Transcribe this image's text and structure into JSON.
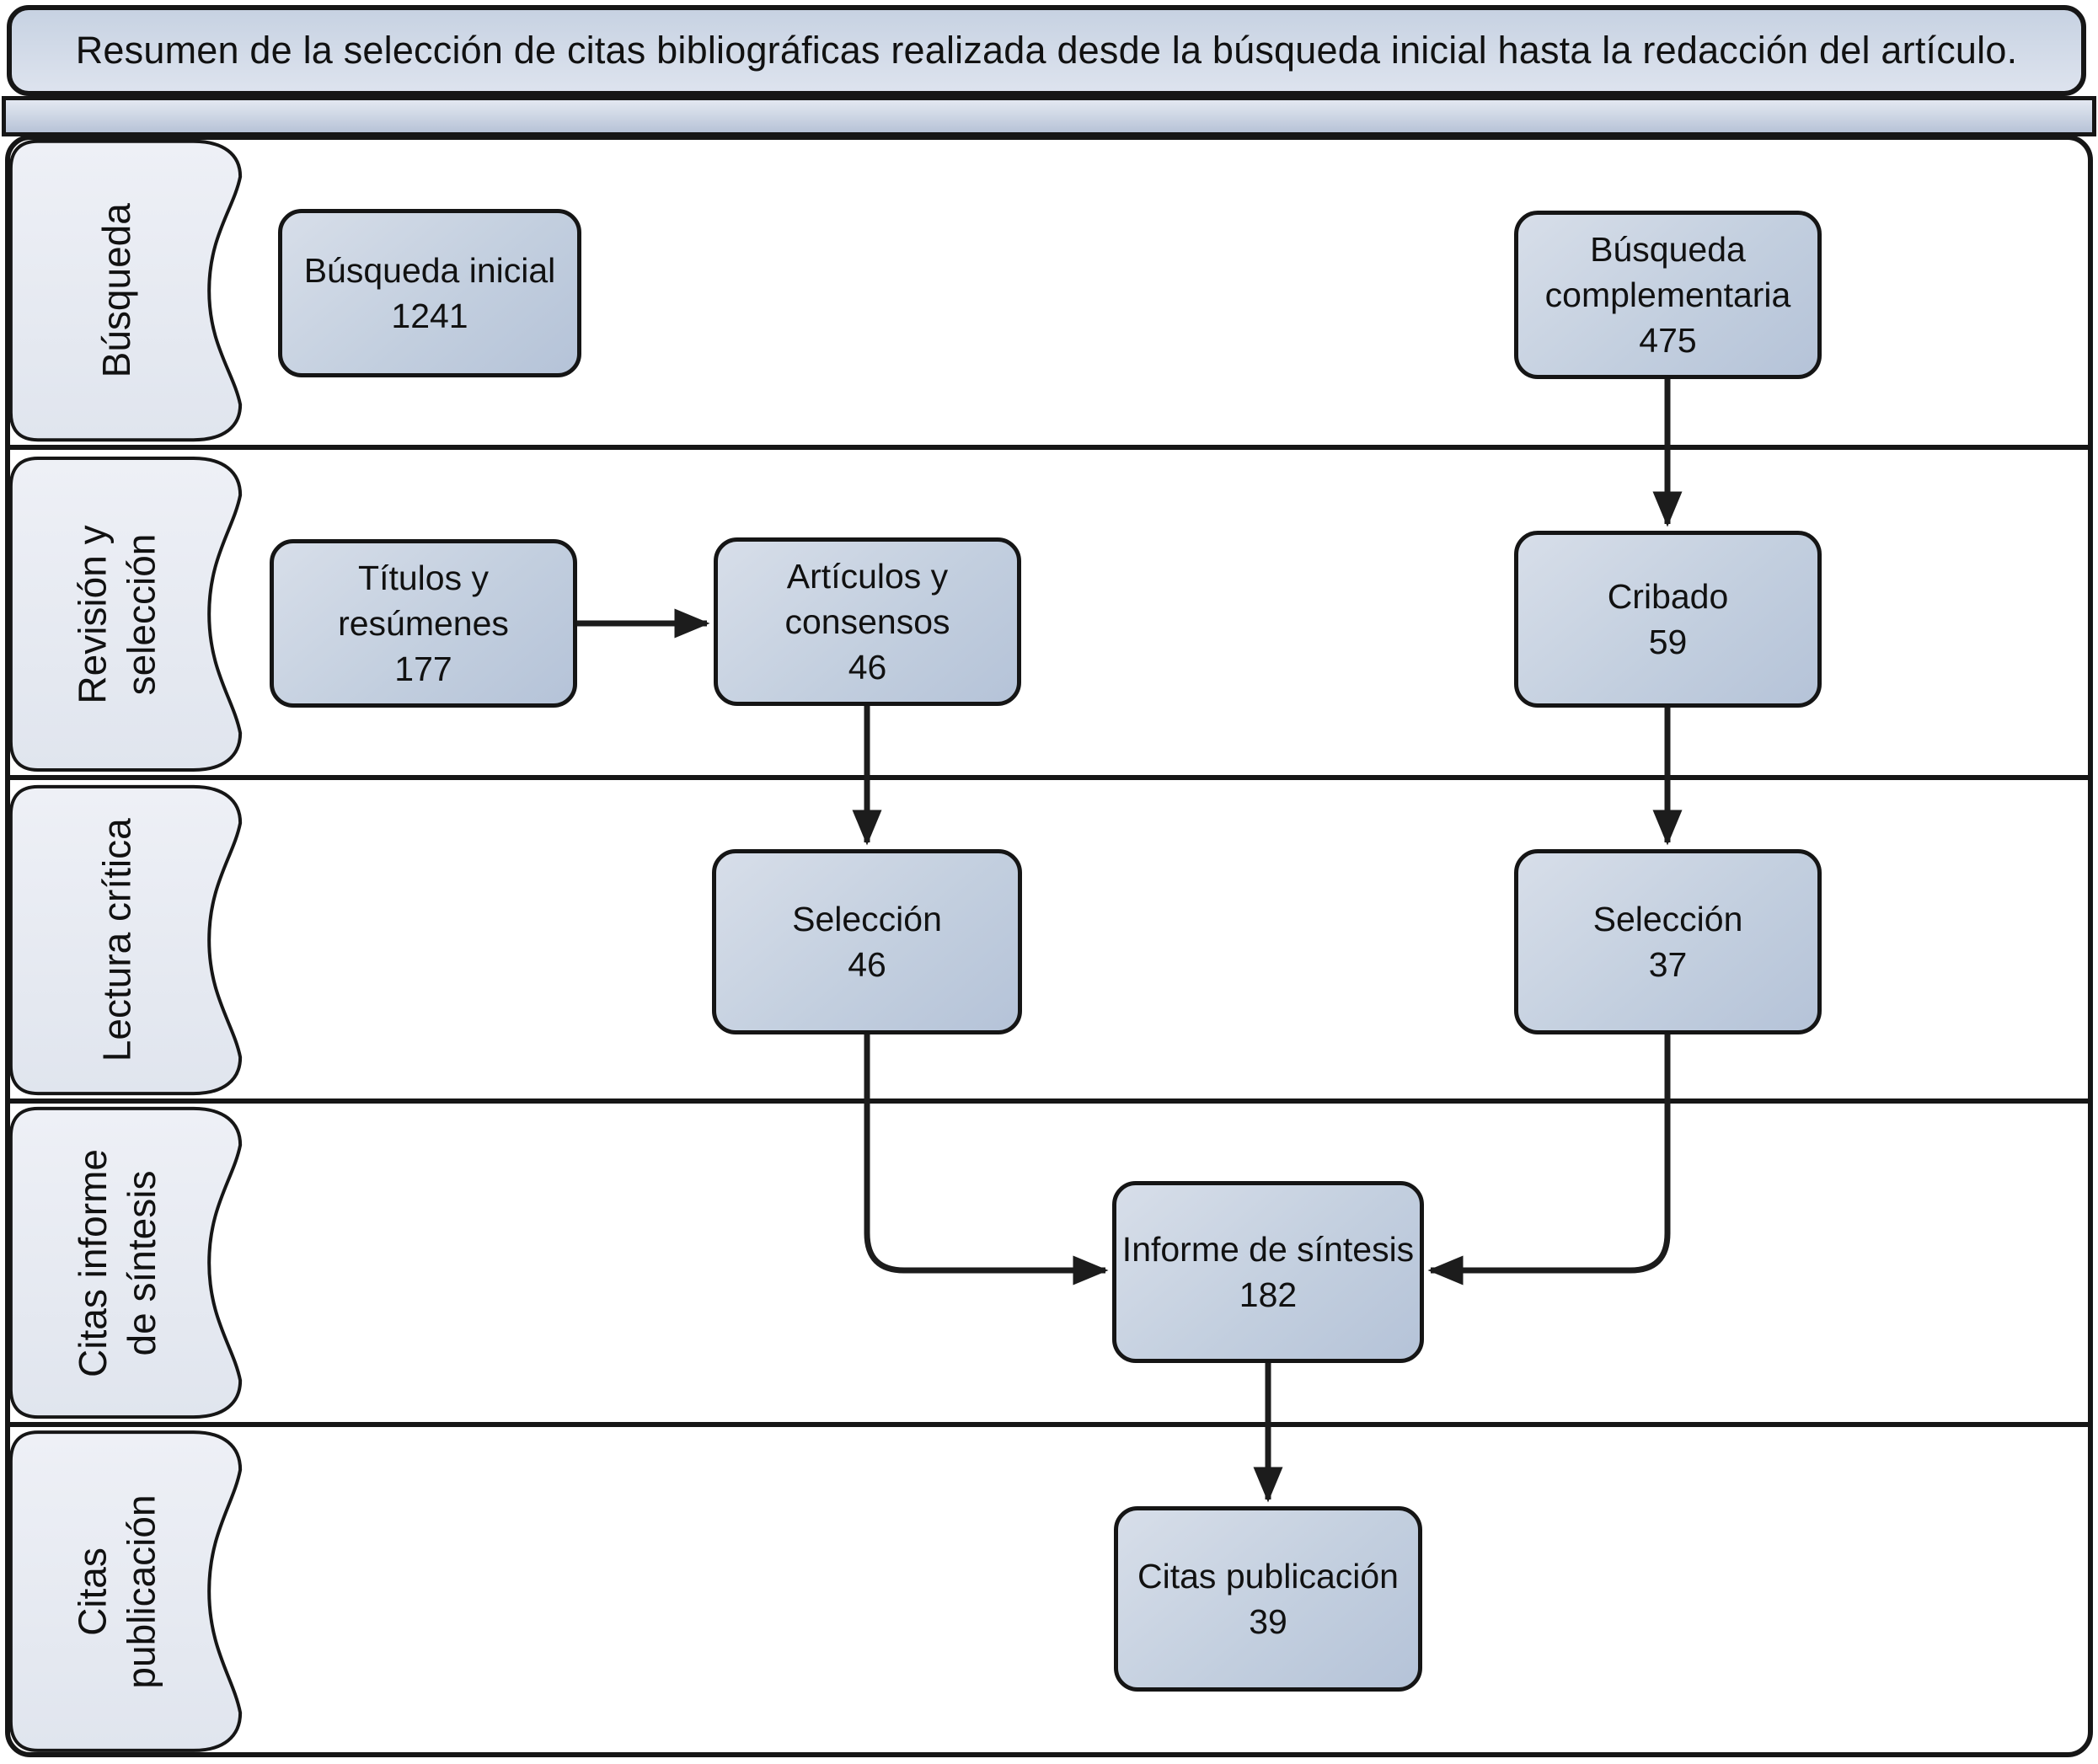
{
  "title": "Resumen de la selección de citas bibliográficas realizada desde la búsqueda inicial hasta la redacción del artículo.",
  "lanes": {
    "busqueda": {
      "line1": "Búsqueda",
      "line2": ""
    },
    "revision": {
      "line1": "Revisión y",
      "line2": "selección"
    },
    "lectura": {
      "line1": "Lectura crítica",
      "line2": ""
    },
    "citas_informe": {
      "line1": "Citas informe",
      "line2": "de síntesis"
    },
    "citas_publicacion": {
      "line1": "Citas",
      "line2": "publicación"
    }
  },
  "nodes": {
    "busqueda_inicial": {
      "label": "Búsqueda inicial",
      "value": "1241"
    },
    "busqueda_complementaria": {
      "label": "Búsqueda complementaria",
      "value": "475"
    },
    "titulos_resumenes": {
      "label": "Títulos y resúmenes",
      "value": "177"
    },
    "articulos_consensos": {
      "label": "Artículos y consensos",
      "value": "46"
    },
    "cribado": {
      "label": "Cribado",
      "value": "59"
    },
    "seleccion_izquierda": {
      "label": "Selección",
      "value": "46"
    },
    "seleccion_derecha": {
      "label": "Selección",
      "value": "37"
    },
    "informe_sintesis": {
      "label": "Informe de síntesis",
      "value": "182"
    },
    "citas_publicacion": {
      "label": "Citas publicación",
      "value": "39"
    }
  },
  "colors": {
    "border": "#161616",
    "arrow": "#1c1c1c",
    "title_fill_top": "#c7d2e2",
    "title_fill_bottom": "#dde3ee",
    "band_fill_top": "#e3e8f1",
    "band_fill_bottom": "#b7c3d7",
    "lane_fill_top": "#eef0f6",
    "lane_fill_bottom": "#e0e5ee",
    "box_fill_light": "#d7dee9",
    "box_fill_mid": "#c3cfdf",
    "box_fill_dark": "#b5c3d8"
  }
}
